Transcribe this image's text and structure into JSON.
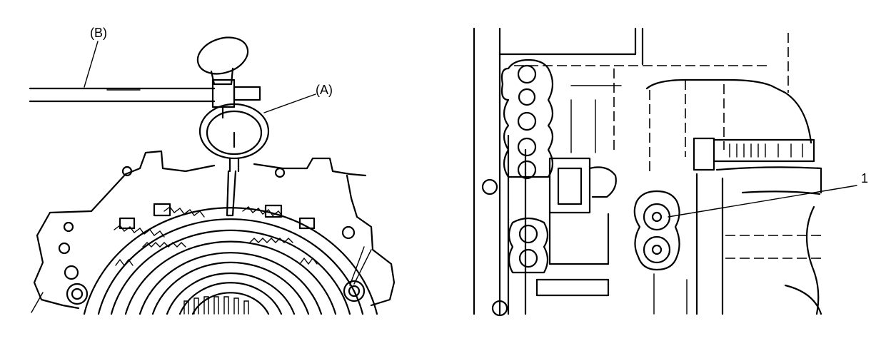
{
  "left_figure": {
    "label_b": "(B)",
    "label_a": "(A)"
  },
  "right_figure": {
    "label_1": "1"
  }
}
